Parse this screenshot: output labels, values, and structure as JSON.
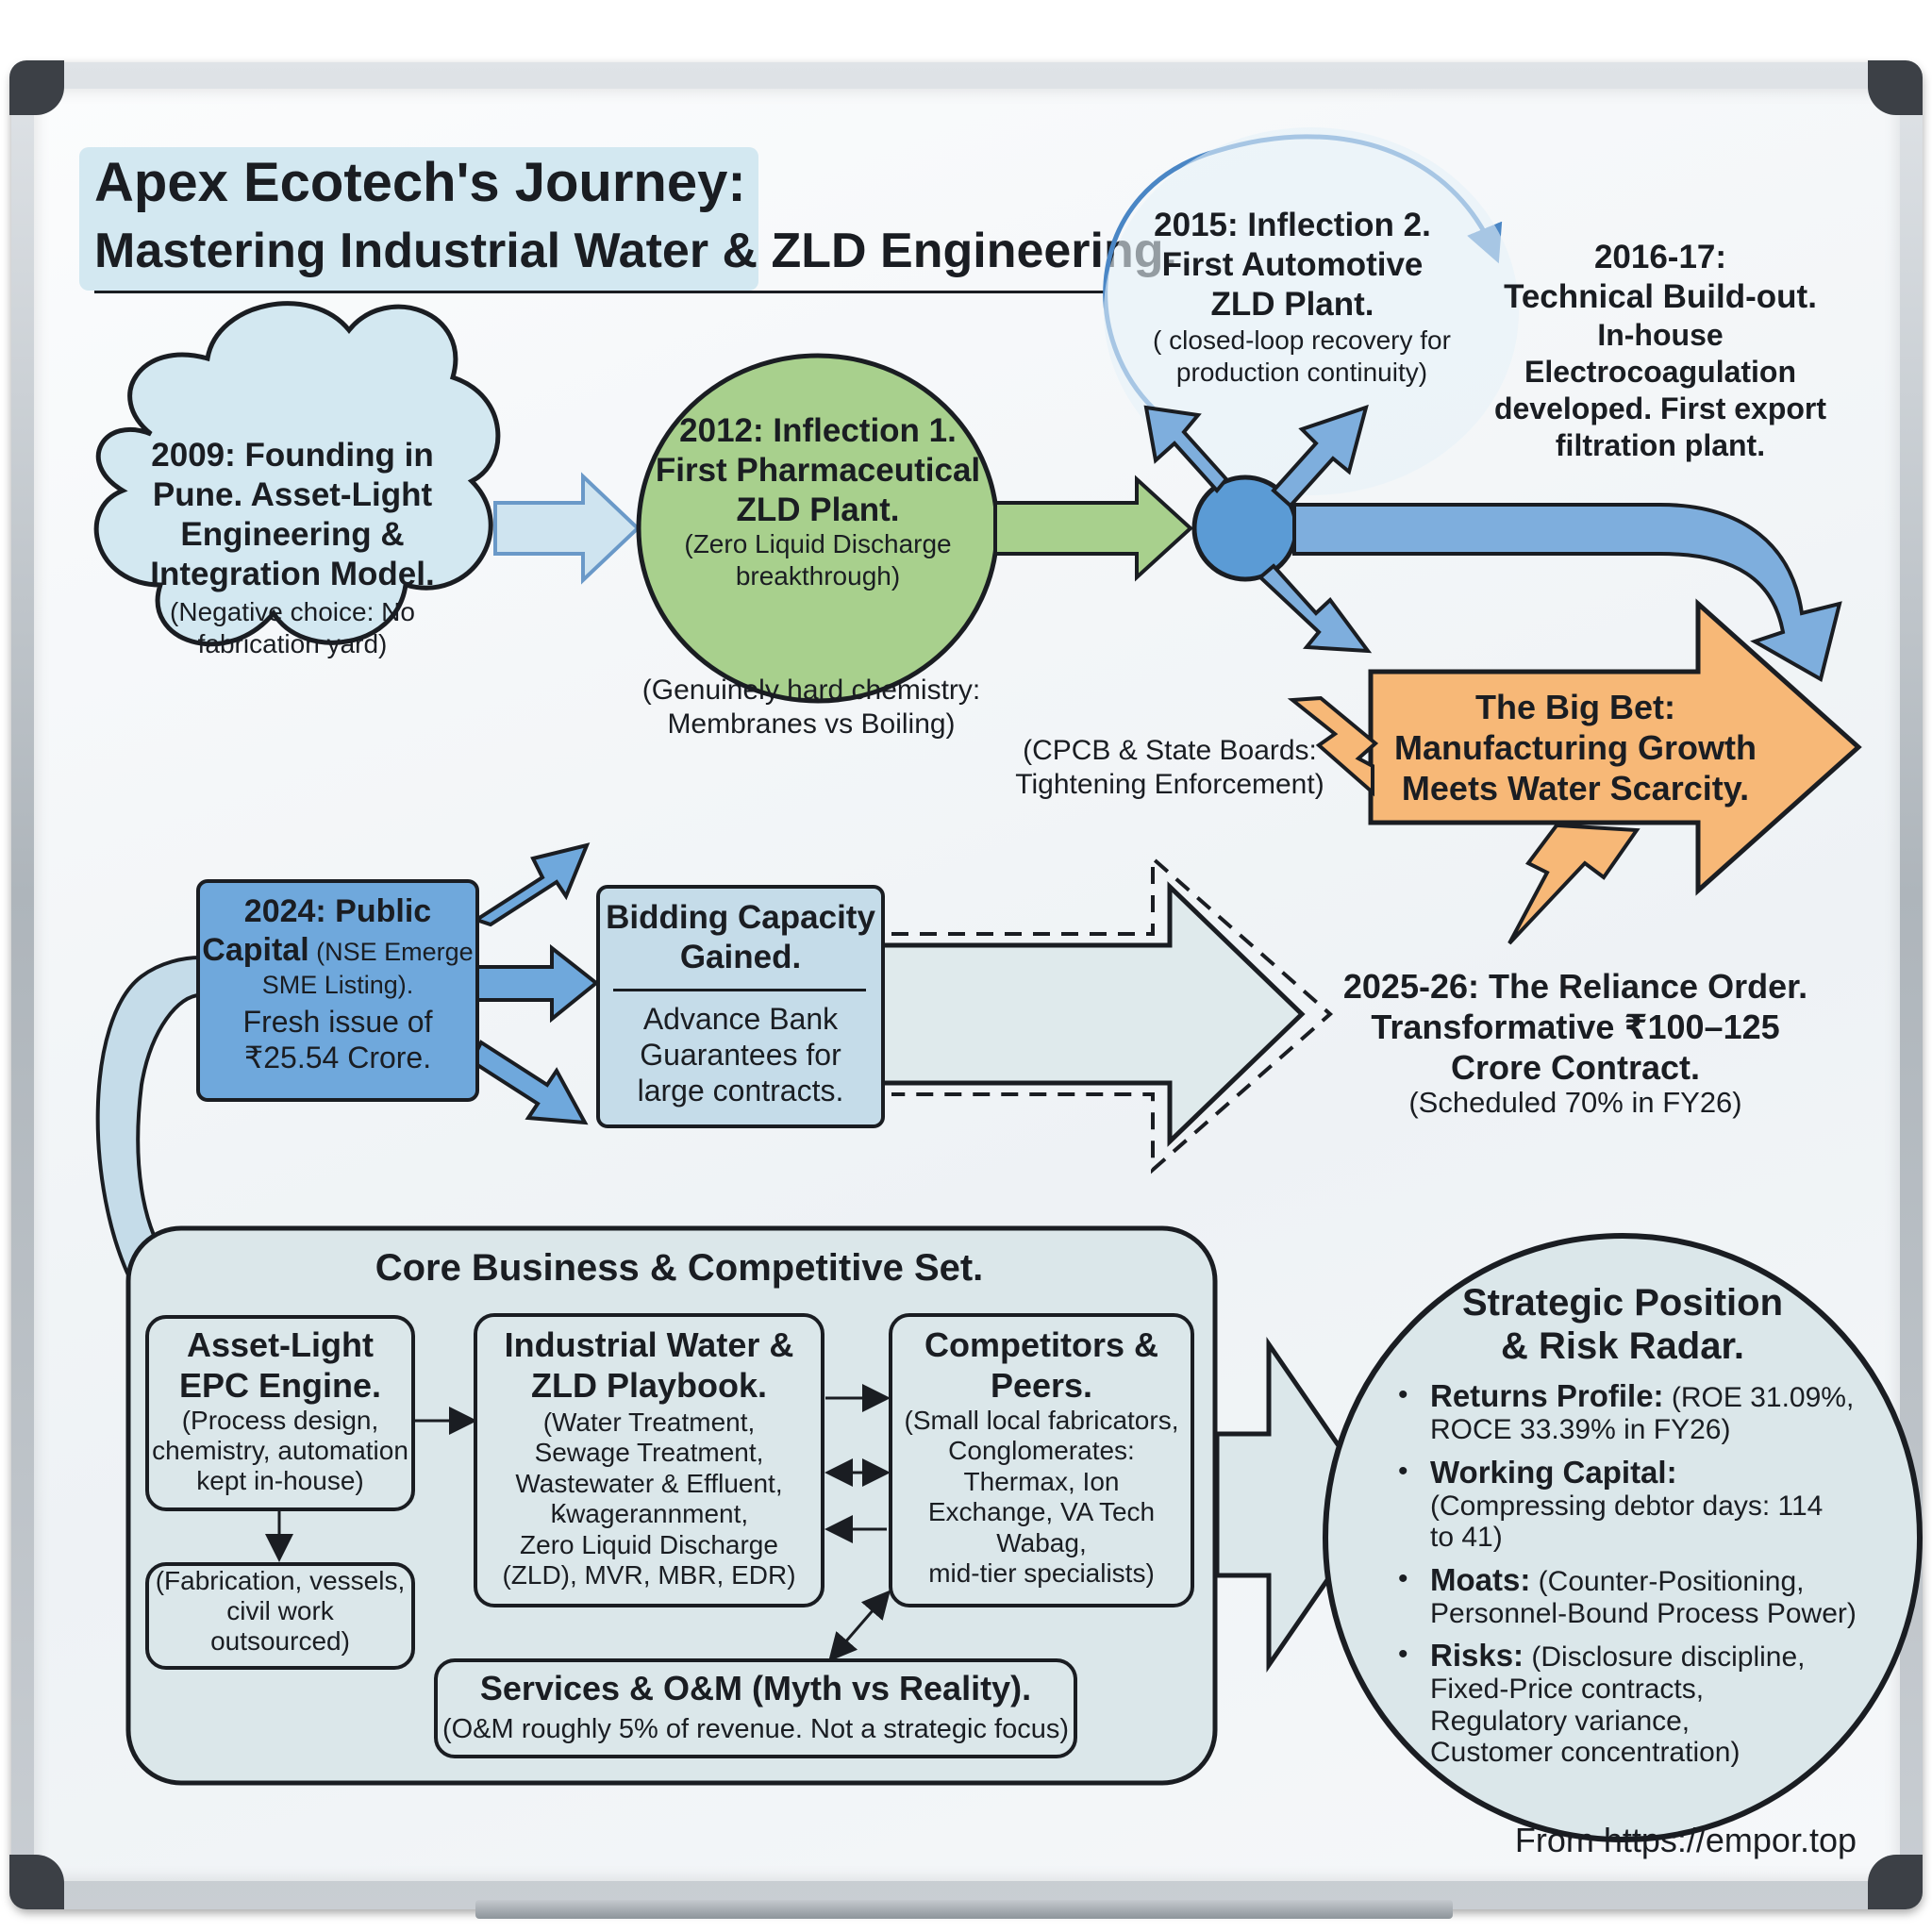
{
  "title": {
    "line1": "Apex Ecotech's Journey:",
    "line2": "Mastering Industrial Water & ZLD Engineering."
  },
  "founding": {
    "title_lines": [
      "2009: Founding in",
      "Pune. Asset-Light",
      "Engineering &",
      "Integration Model."
    ],
    "note_lines": [
      "(Negative choice: No",
      "fabrication yard)"
    ]
  },
  "inflection1": {
    "title_lines": [
      "2012: Inflection 1.",
      "First Pharmaceutical",
      "ZLD Plant."
    ],
    "note_lines": [
      "(Zero Liquid Discharge",
      "breakthrough)"
    ]
  },
  "chemistry_note": [
    "(Genuinely hard chemistry:",
    "Membranes vs Boiling)"
  ],
  "inflection2": {
    "title_lines": [
      "2015: Inflection 2.",
      "First Automotive",
      "ZLD Plant."
    ],
    "note_lines": [
      "( closed-loop recovery for",
      "production continuity)"
    ]
  },
  "buildout": {
    "title_lines": [
      "2016-17:",
      "Technical Build-out."
    ],
    "body_lines": [
      "In-house",
      "Electrocoagulation",
      "developed. First export",
      "filtration plant."
    ]
  },
  "enforcement_note": [
    "(CPCB & State Boards:",
    "Tightening Enforcement)"
  ],
  "big_bet": {
    "lines": [
      "The Big Bet:",
      "Manufacturing Growth",
      "Meets Water Scarcity."
    ]
  },
  "ipo": {
    "title_line1": "2024: Public",
    "title_line2_bold": "Capital",
    "title_line2_rest": " (NSE Emerge",
    "title_line3": "SME Listing).",
    "body_lines": [
      "Fresh issue of",
      "₹25.54 Crore."
    ]
  },
  "bidding": {
    "title_lines": [
      "Bidding Capacity",
      "Gained."
    ],
    "body_lines": [
      "Advance Bank",
      "Guarantees for",
      "large contracts."
    ]
  },
  "reliance": {
    "title_lines": [
      "2025-26: The Reliance Order.",
      "Transformative ₹100–125",
      "Crore Contract."
    ],
    "note_line": "(Scheduled 70% in FY26)"
  },
  "core": {
    "heading": "Core Business & Competitive Set.",
    "epc": {
      "title_lines": [
        "Asset-Light",
        "EPC Engine."
      ],
      "note_lines": [
        "(Process design,",
        "chemistry, automation",
        "kept in-house)"
      ]
    },
    "outsourced": [
      "(Fabrication, vessels,",
      "civil work",
      "outsourced)"
    ],
    "playbook": {
      "title_lines": [
        "Industrial Water &",
        "ZLD Playbook."
      ],
      "note_lines": [
        "(Water Treatment,",
        "Sewage Treatment,",
        "Wastewater & Effluent,",
        "Ꝃwagerannment,",
        "Zero Liquid Discharge",
        "(ZLD), MVR, MBR, EDR)"
      ]
    },
    "competitors": {
      "title_lines": [
        "Competitors &",
        "Peers."
      ],
      "note_lines": [
        "(Small local fabricators,",
        "Conglomerates:",
        "Thermax, Ion",
        "Exchange, VA Tech",
        "Wabag,",
        "mid-tier specialists)"
      ]
    },
    "services": {
      "title": "Services & O&M (Myth vs Reality).",
      "note": "(O&M roughly 5% of revenue. Not a strategic focus)"
    }
  },
  "strategic": {
    "heading_lines": [
      "Strategic Position",
      "& Risk Radar."
    ],
    "items": [
      {
        "label": "Returns Profile:",
        "text_lines": [
          " (ROE 31.09%,",
          "ROCE 33.39% in FY26)"
        ]
      },
      {
        "label": "Working Capital:",
        "text_lines": [
          "",
          "(Compressing debtor days: 114",
          "to 41)"
        ]
      },
      {
        "label": "Moats:",
        "text_lines": [
          " (Counter-Positioning,",
          "Personnel-Bound Process Power)"
        ]
      },
      {
        "label": "Risks:",
        "text_lines": [
          " (Disclosure discipline,",
          "Fixed-Price contracts,",
          "Regulatory variance,",
          " Customer concentration)"
        ]
      }
    ]
  },
  "credit": "From https://empor.top",
  "colors": {
    "light_blue_fill": "#d3e8f1",
    "blue_arrow": "#7eaedd",
    "blue_node": "#5b9bd5",
    "green_fill": "#a8d08d",
    "orange_fill": "#f7b877",
    "ipo_fill": "#6fa8dc",
    "panel_fill": "#dbe7ea"
  }
}
